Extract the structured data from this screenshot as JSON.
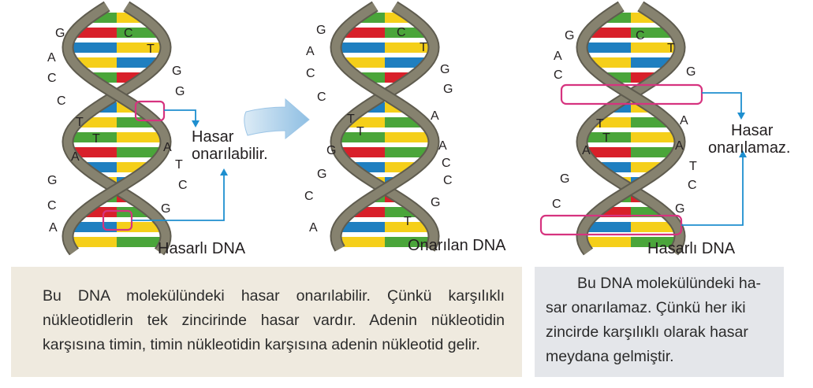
{
  "panels": [
    {
      "left_letters": [
        "G",
        "A",
        "C",
        "C",
        "T",
        "A",
        "G",
        "C",
        "A"
      ],
      "right_letters": [
        "C",
        "T",
        "G",
        "G",
        "T",
        "A",
        "T",
        "C",
        "G"
      ],
      "caption": "Hasarlı DNA",
      "note_lines": [
        "Hasar",
        "onarılabilir."
      ]
    },
    {
      "left_letters": [
        "G",
        "A",
        "C",
        "C",
        "T",
        "T",
        "G",
        "G",
        "C",
        "A"
      ],
      "right_letters": [
        "C",
        "T",
        "G",
        "G",
        "A",
        "A",
        "C",
        "C",
        "G",
        "T"
      ],
      "caption": "Onarılan DNA"
    },
    {
      "left_letters": [
        "G",
        "A",
        "C",
        "T",
        "T",
        "A",
        "G",
        "C"
      ],
      "right_letters": [
        "C",
        "T",
        "G",
        "A",
        "A",
        "T",
        "C",
        "G"
      ],
      "caption": "Hasarlı DNA",
      "note_lines": [
        "Hasar",
        "onarılamaz."
      ]
    }
  ],
  "explanations": {
    "left_lines": [
      "Bu DNA molekülündeki hasar onarılabilir. Çünkü karşılıklı",
      "nükleotidlerin tek zincirinde hasar vardır. Adenin nükleotidin",
      "karşısına timin, timin nükleotidin karşısına adenin nükleotid gelir."
    ],
    "right_lines": [
      "Bu DNA molekülündeki ha-",
      "sar onarılamaz. Çünkü her iki",
      "zincirde karşılıklı olarak hasar",
      "meydana gelmiştir."
    ]
  },
  "colors": {
    "backbone": "#86826f",
    "backbone_shadow": "#5f5c4f",
    "highlight": "#d6337f",
    "pointer": "#1e8fcf",
    "red": "#d8202a",
    "green": "#4aa53a",
    "yellow": "#f5cf1a",
    "blue": "#1f7fc0",
    "arrow": "#a9cde8",
    "box_left": "#efeadf",
    "box_right": "#e4e6ea"
  }
}
